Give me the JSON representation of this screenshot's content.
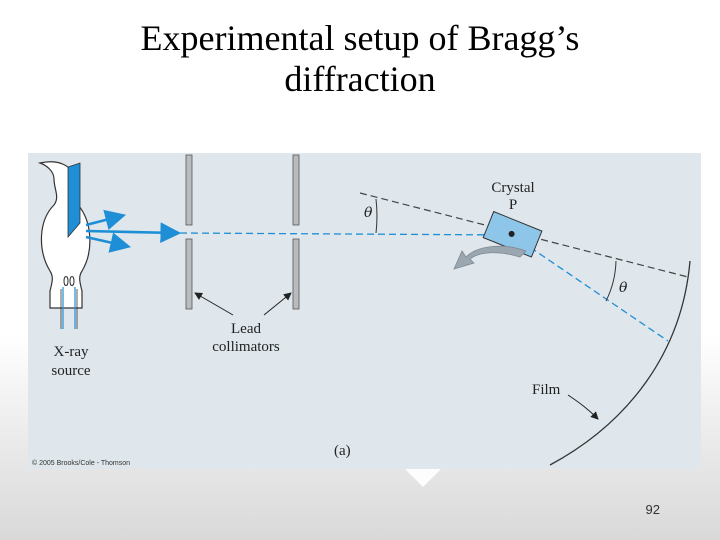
{
  "slide": {
    "title_line1": "Experimental setup of Bragg’s",
    "title_line2": "diffraction",
    "page_number": "92"
  },
  "figure": {
    "crystal_label_line1": "Crystal",
    "crystal_label_line2": "P",
    "angle_symbol": "θ",
    "collimator_label_line1": "Lead",
    "collimator_label_line2": "collimators",
    "source_label_line1": "X-ray",
    "source_label_line2": "source",
    "film_label": "Film",
    "part_label": "(a)",
    "copyright": "© 2005 Brooks/Cole - Thomson"
  },
  "colors": {
    "figure_background": "#dfe7ec",
    "xray_blue": "#1e8fd6",
    "crystal_fill": "#8ec6ea",
    "rotation_arrow": "#9aa6b0",
    "lead_gray": "#b9bcbf"
  }
}
